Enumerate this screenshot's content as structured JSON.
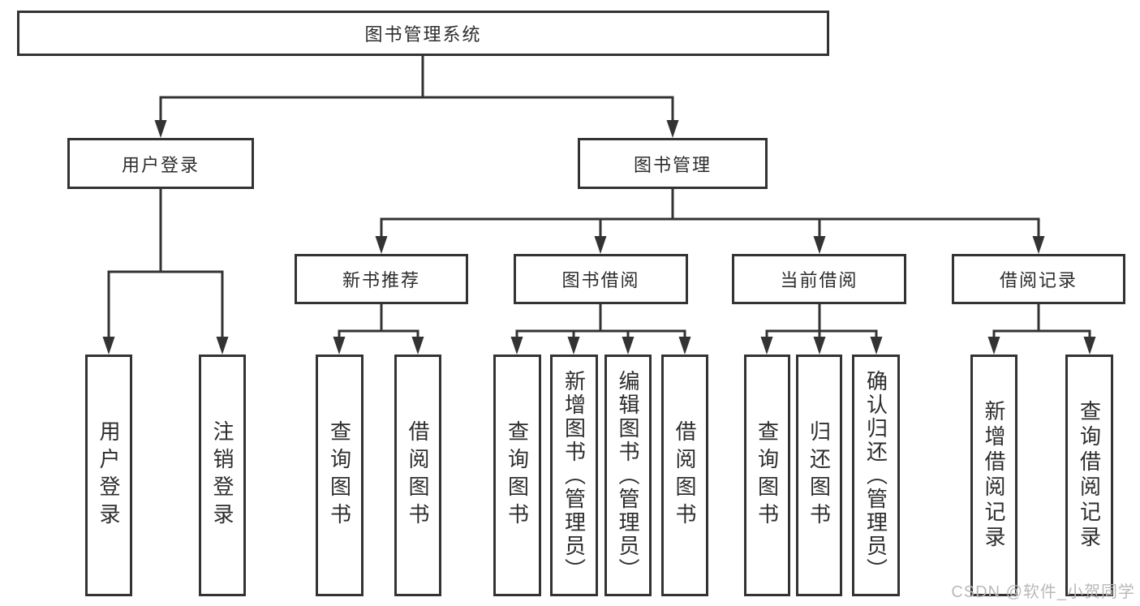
{
  "diagram": {
    "title": "图书管理系统",
    "watermark": "CSDN @软件_小贺同学",
    "colors": {
      "line": "#333333",
      "box_border": "#333333",
      "text": "#2d2d2d",
      "watermark": "#b9b9b9",
      "background": "#ffffff"
    },
    "nodes": {
      "root": {
        "label": "图书管理系统"
      },
      "l1": [
        {
          "label": "用户登录"
        },
        {
          "label": "图书管理"
        }
      ],
      "l2": [
        {
          "label": "新书推荐"
        },
        {
          "label": "图书借阅"
        },
        {
          "label": "当前借阅"
        },
        {
          "label": "借阅记录"
        }
      ],
      "leaves_user_login": [
        {
          "label": "用户登录"
        },
        {
          "label": "注销登录"
        }
      ],
      "leaves_new_books": [
        {
          "label": "查询图书"
        },
        {
          "label": "借阅图书"
        }
      ],
      "leaves_book_borrow": [
        {
          "label": "查询图书"
        },
        {
          "label": "新增图书（管理员）"
        },
        {
          "label": "编辑图书（管理员）"
        },
        {
          "label": "借阅图书"
        }
      ],
      "leaves_current_borrow": [
        {
          "label": "查询图书"
        },
        {
          "label": "归还图书"
        },
        {
          "label": "确认归还（管理员）"
        }
      ],
      "leaves_borrow_records": [
        {
          "label": "新增借阅记录"
        },
        {
          "label": "查询借阅记录"
        }
      ]
    }
  }
}
